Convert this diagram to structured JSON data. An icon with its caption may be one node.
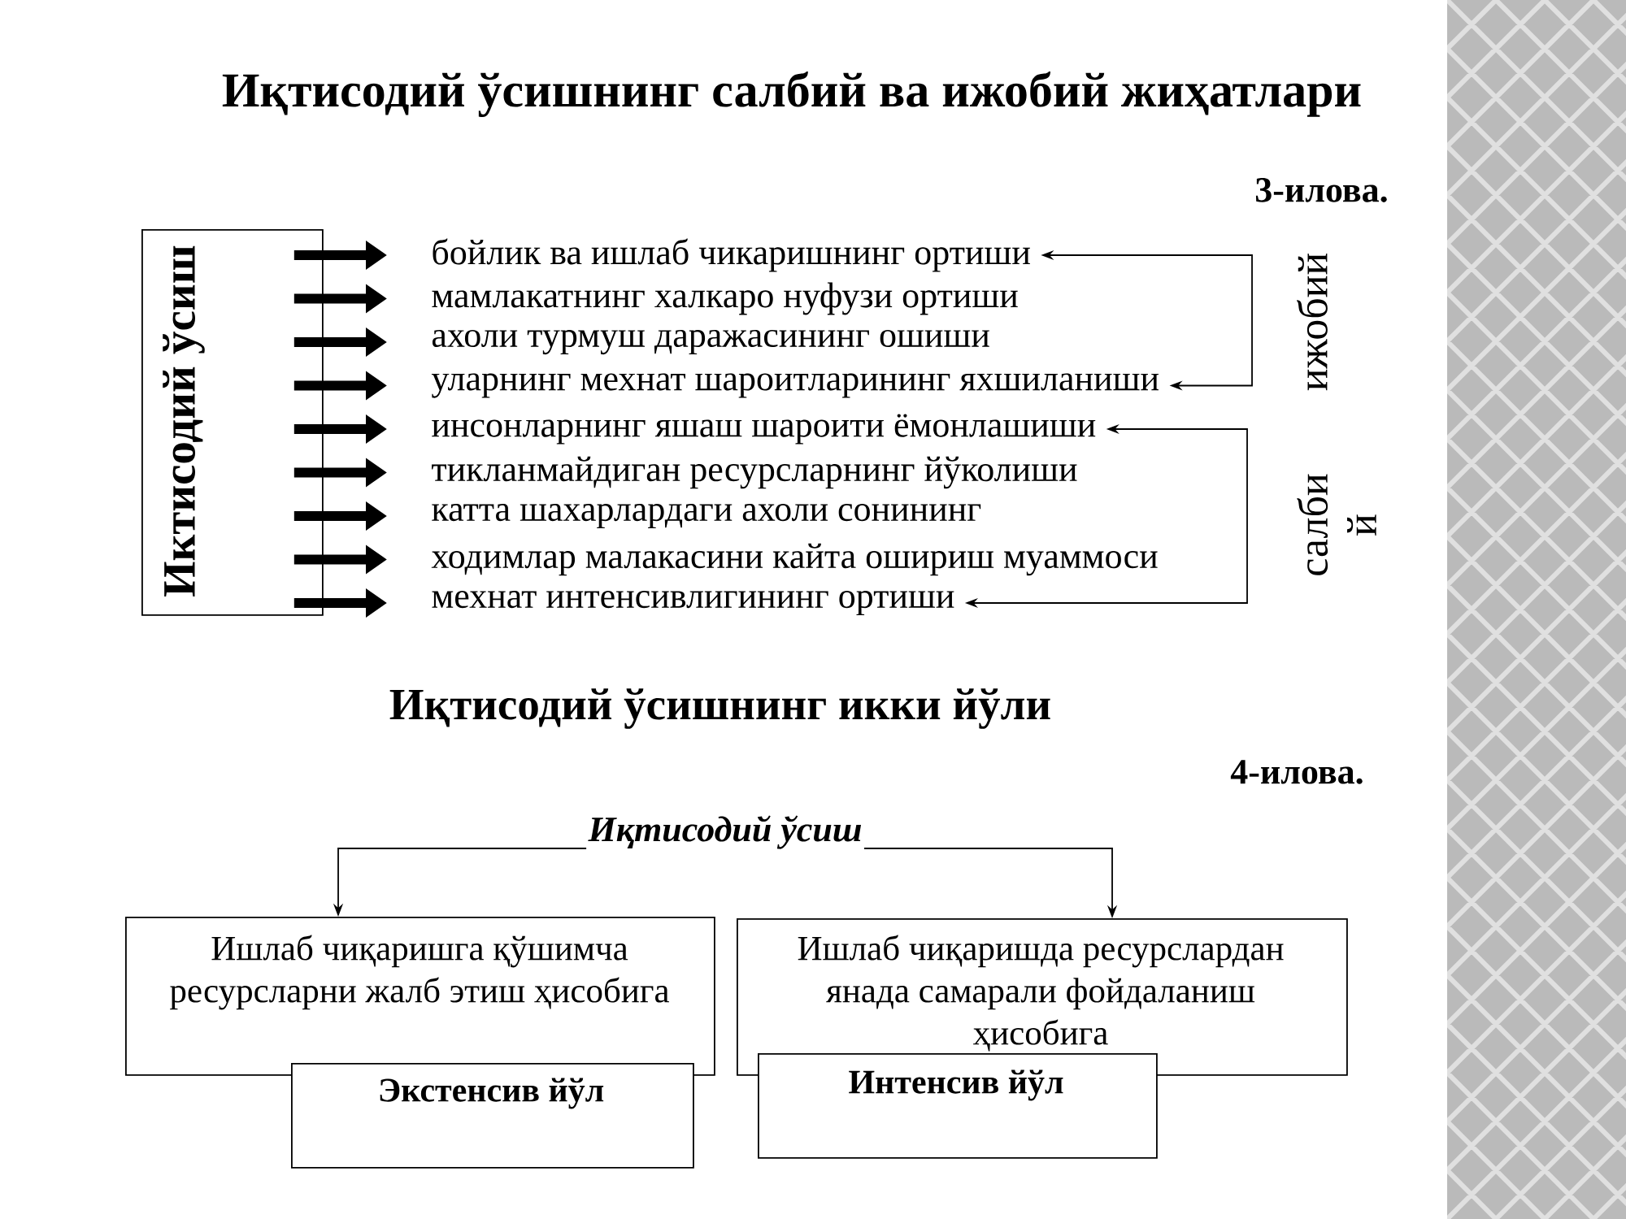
{
  "diagram": {
    "title": "Иқтисодий ўсишнинг салбий ва ижобий жиҳатлари",
    "nodes": [
      {
        "text": [
          "Иктисодий ўсиш"
        ]
      },
      {
        "text": [
          "бойлик ва ишлаб чикаришнинг ортиши"
        ]
      },
      {
        "text": [
          "мамлакатнинг халкаро нуфузи ортиши"
        ]
      },
      {
        "text": [
          "ахоли турмуш даражасининг ошиши"
        ]
      },
      {
        "text": [
          "уларнинг мехнат шароитларининг яхшиланиши"
        ]
      },
      {
        "text": [
          "инсонларнинг яшаш шароити ёмонлашиши"
        ]
      },
      {
        "text": [
          "тикланмайдиган ресурсларнинг йўколиши"
        ]
      },
      {
        "text": [
          "катта шахарлардаги ахоли сонининг"
        ]
      },
      {
        "text": [
          "ходимлар малакасини кайта ошириш муаммоси"
        ]
      },
      {
        "text": [
          "мехнат интенсивлигининг ортиши"
        ]
      },
      {
        "text": [
          "Иқтисодий ўсиш"
        ]
      },
      {
        "text": [
          "Ишлаб чиқаришга қўшимча ресурсларни жалб этиш ҳисобига"
        ]
      },
      {
        "text": [
          "Экстенсив йўл"
        ]
      },
      {
        "text": [
          "Ишлаб чиқаришда ресурслардан янада самарали фойдаланиш ҳисобига"
        ]
      },
      {
        "text": [
          "Интенсив йўл"
        ]
      }
    ],
    "edges": [
      {
        "from": 0,
        "to": 1,
        "arrow": "to"
      },
      {
        "from": 0,
        "to": 2,
        "arrow": "to"
      },
      {
        "from": 0,
        "to": 3,
        "arrow": "to"
      },
      {
        "from": 0,
        "to": 4,
        "arrow": "to"
      },
      {
        "from": 0,
        "to": 5,
        "arrow": "to"
      },
      {
        "from": 0,
        "to": 6,
        "arrow": "to"
      },
      {
        "from": 0,
        "to": 7,
        "arrow": "to"
      },
      {
        "from": 0,
        "to": 8,
        "arrow": "to"
      },
      {
        "from": 0,
        "to": 9,
        "arrow": "to"
      },
      {
        "from": 1,
        "to": 4,
        "arrow": "both"
      },
      {
        "from": 5,
        "to": 9,
        "arrow": "both"
      },
      {
        "from": 10,
        "to": 11,
        "arrow": "to"
      },
      {
        "from": 10,
        "to": 13,
        "arrow": "to"
      }
    ],
    "labels": [
      "3-илова.",
      "ижобий",
      "салби й",
      "Иқтисодий ўсишнинг икки йўли",
      "4-илова."
    ]
  }
}
